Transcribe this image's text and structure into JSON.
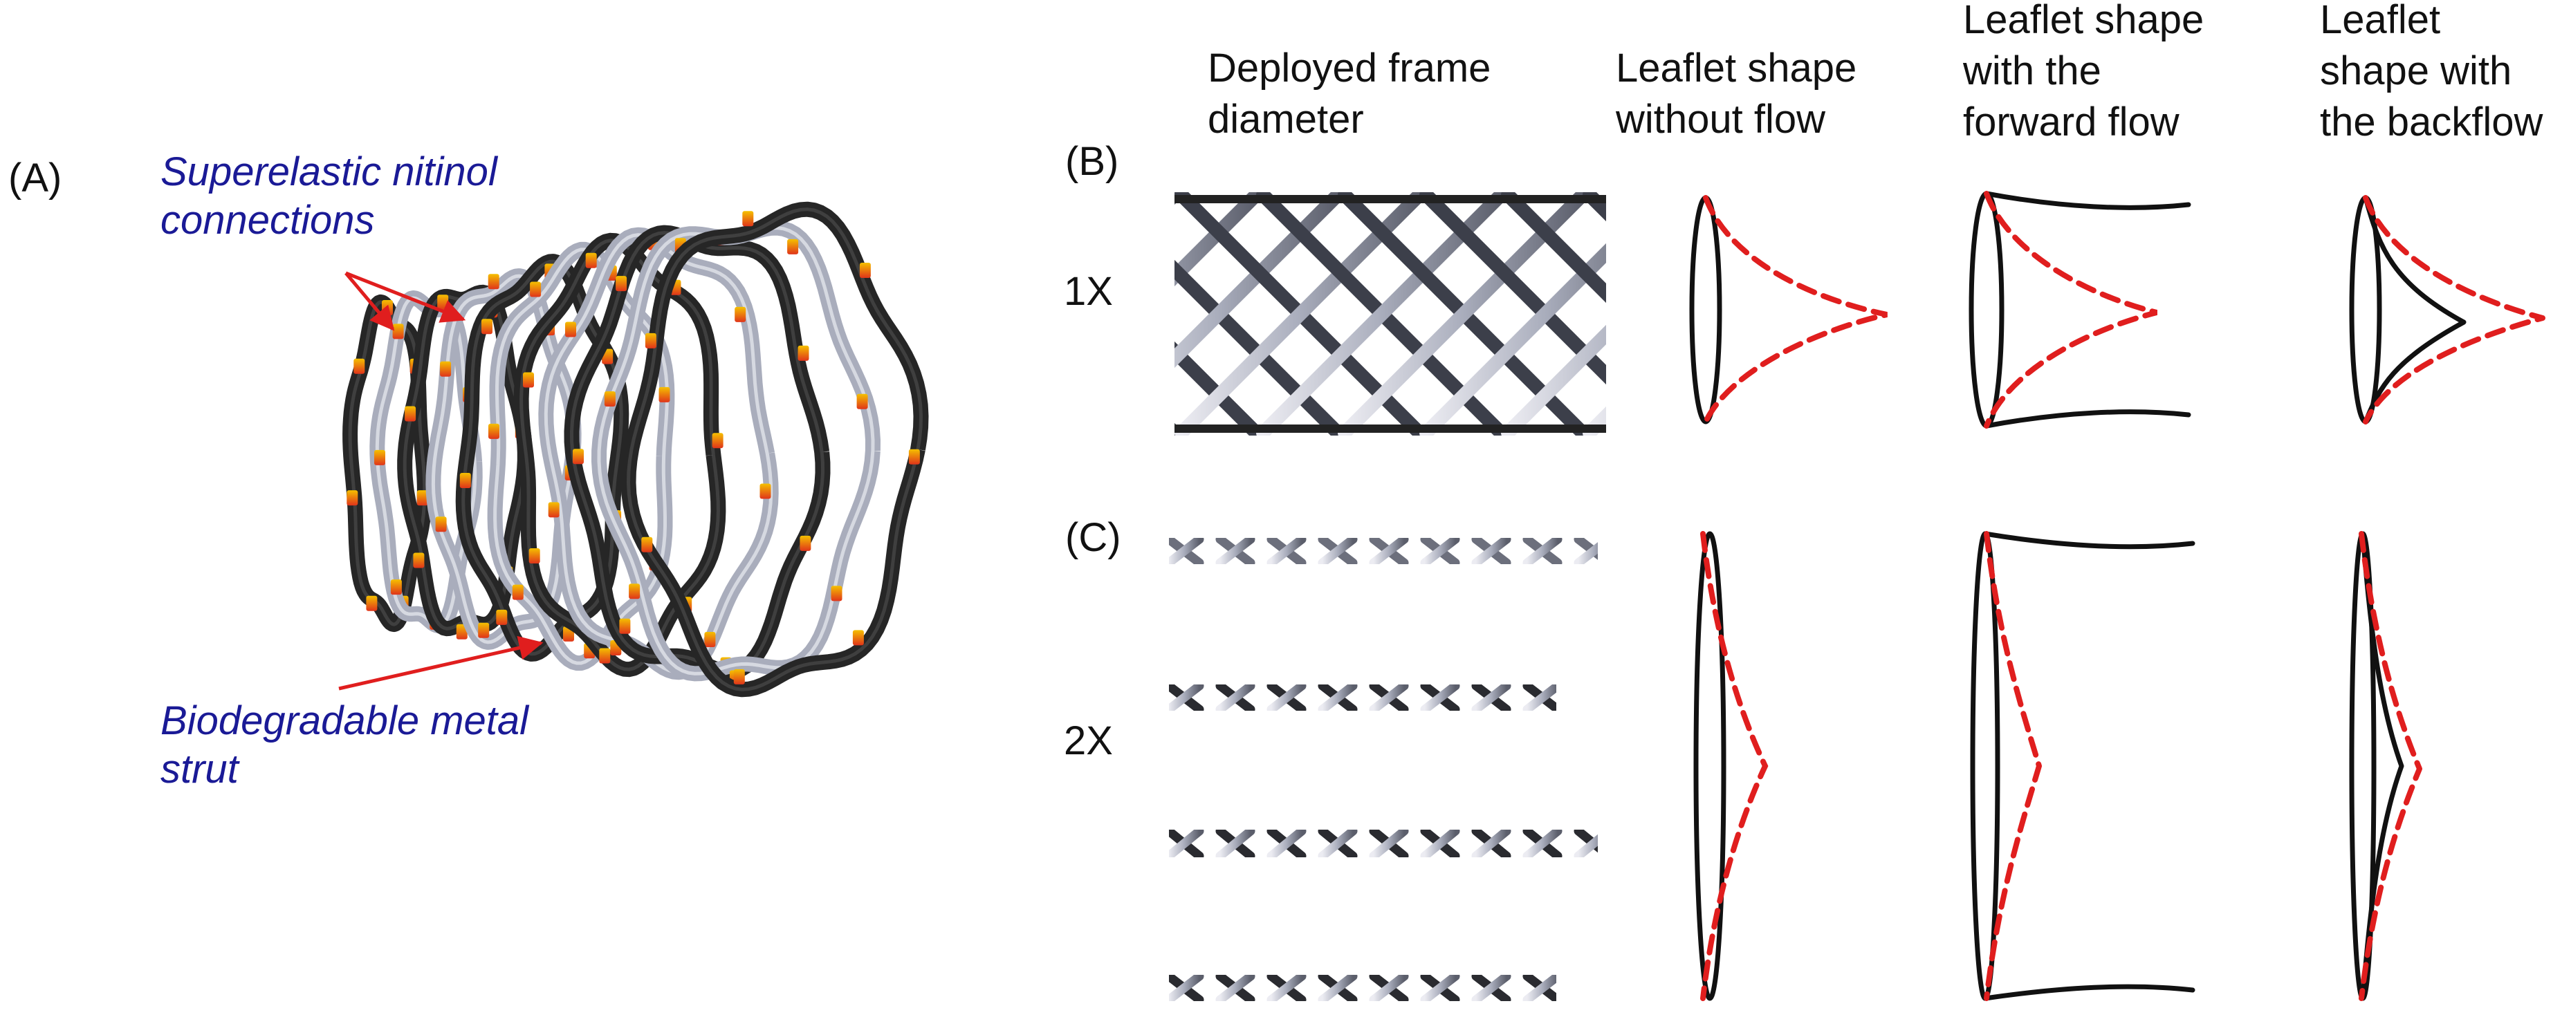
{
  "panels": {
    "a": "(A)",
    "b": "(B)",
    "c": "(C)"
  },
  "callouts": {
    "nitinol": [
      "Superelastic nitinol",
      "connections"
    ],
    "strut": [
      "Biodegradable metal",
      "strut"
    ]
  },
  "column_headers": {
    "diameter": [
      "Deployed frame",
      "diameter"
    ],
    "no_flow": [
      "Leaflet shape",
      "without flow"
    ],
    "forward": [
      "Leaflet shape",
      "with the",
      "forward flow"
    ],
    "backflow": [
      "Leaflet",
      "shape with",
      "the backflow"
    ]
  },
  "rows": {
    "one_x": "1X",
    "two_x": "2X"
  },
  "colors": {
    "dashed_leaflet": "#e01e1e",
    "solid_leaflet": "#111111",
    "callout_text": "#1a1a96",
    "arrow": "#e01e1e",
    "strut_dark": "#262626",
    "strut_light": "#a9adbc",
    "connection_orange": "#e0341a",
    "connection_yellow": "#f5c000"
  },
  "icons": {
    "stent_3d": "nitinol-biodegradable-stent-illustration",
    "frame_1x": "lattice-frame-side-view",
    "frame_2x": "expanded-lattice-frame-side-view"
  }
}
